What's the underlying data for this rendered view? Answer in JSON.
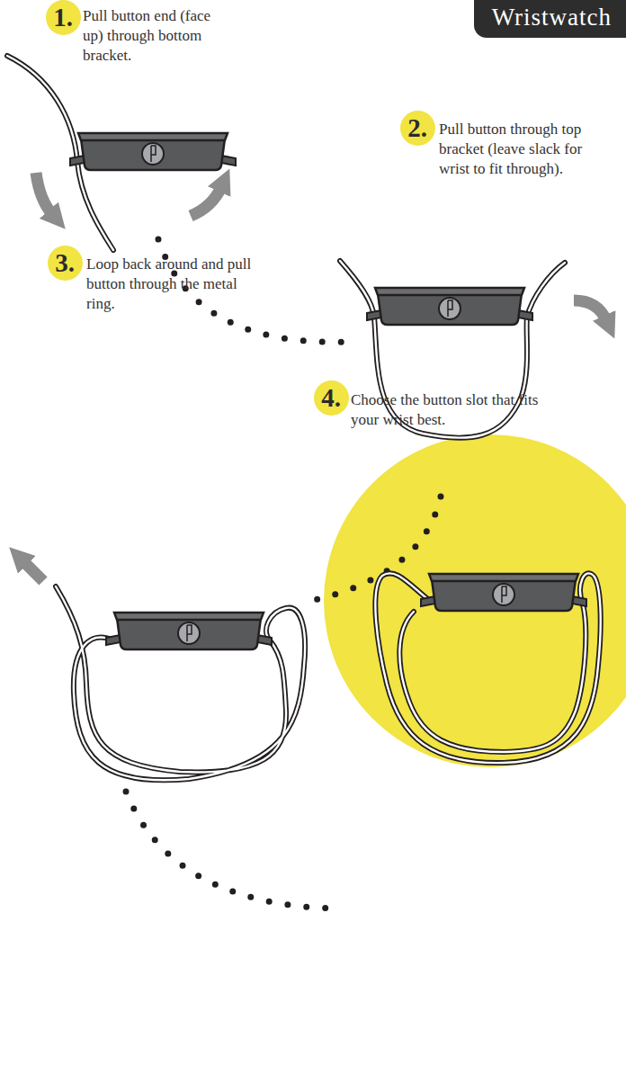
{
  "diagram": {
    "title": "Wristwatch",
    "nodes": [
      {
        "text": [
          "1.",
          "Pull button end (face up) through bottom bracket."
        ]
      },
      {
        "text": [
          "2.",
          "Pull button through top bracket (leave slack for wrist to fit through)."
        ]
      },
      {
        "text": [
          "3.",
          "Loop back around and pull button through the metal ring."
        ]
      },
      {
        "text": [
          "4.",
          "Choose the button slot that fits your wrist best."
        ]
      }
    ]
  }
}
